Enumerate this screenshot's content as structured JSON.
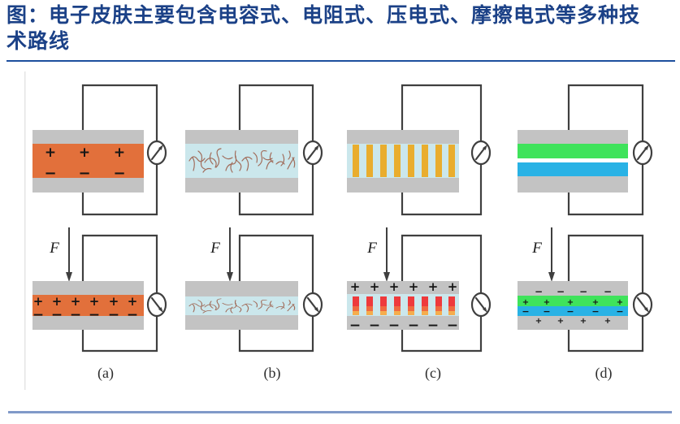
{
  "header": {
    "title_line1": "图：电子皮肤主要包含电容式、电阻式、压电式、摩擦电式等多种技",
    "title_line2": "术路线"
  },
  "figure": {
    "force_label": "F",
    "symbols": {
      "plus": "+",
      "minus": "−"
    },
    "panels": [
      {
        "label": "(a)"
      },
      {
        "label": "(b)"
      },
      {
        "label": "(c)"
      },
      {
        "label": "(d)"
      }
    ]
  },
  "colors": {
    "title_blue": "#1b4187",
    "divider_top": "#1d4f9e",
    "divider_bottom": "#8099c8",
    "wire": "#3f3f3f",
    "meter_fill": "#ffffff",
    "electrode_gray": "#c3c3c3",
    "dielectric_orange": "#e2703b",
    "matrix_lightblue": "#cbe7ec",
    "network_brown": "#a06a58",
    "piezo_yellow": "#e9ad2e",
    "piezo_red_top": "#ee3a3c",
    "piezo_red_mid": "#f06a40",
    "piezo_red_bottom": "#f5ad4e",
    "tribo_green": "#3fe35b",
    "tribo_cyan": "#29b2e5",
    "gap_white": "#ffffff",
    "edge_artifact": "#e4e4e4"
  }
}
